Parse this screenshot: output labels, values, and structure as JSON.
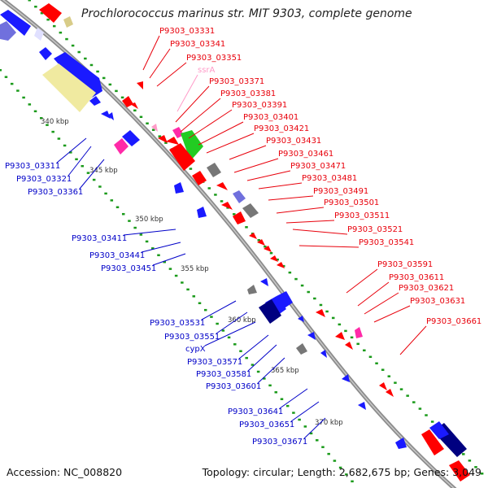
{
  "title": "Prochlorococcus marinus str. MIT 9303, complete genome",
  "footer": {
    "accession": "Accession: NC_008820",
    "summary": "Topology: circular; Length: 2,682,675 bp; Genes: 3,049"
  },
  "colors": {
    "forward_label": "#e8000b",
    "reverse_label": "#0000c8",
    "rna_label": "#ff9bc8",
    "backbone": "#888888",
    "tick_dot": "#1a9a1a"
  },
  "ticks": [
    "340 kbp",
    "345 kbp",
    "350 kbp",
    "355 kbp",
    "360 kbp",
    "365 kbp",
    "370 kbp"
  ],
  "labels_right": [
    "P9303_03331",
    "P9303_03341",
    "P9303_03351",
    "ssrA",
    "P9303_03371",
    "P9303_03381",
    "P9303_03391",
    "P9303_03401",
    "P9303_03421",
    "P9303_03431",
    "P9303_03461",
    "P9303_03471",
    "P9303_03481",
    "P9303_03491",
    "P9303_03501",
    "P9303_03511",
    "P9303_03521",
    "P9303_03541",
    "P9303_03591",
    "P9303_03611",
    "P9303_03621",
    "P9303_03631",
    "P9303_03661"
  ],
  "labels_left": [
    "P9303_03311",
    "P9303_03321",
    "P9303_03361",
    "P9303_03411",
    "P9303_03441",
    "P9303_03451",
    "P9303_03531",
    "P9303_03551",
    "cypX",
    "P9303_03571",
    "P9303_03581",
    "P9303_03601",
    "P9303_03641",
    "P9303_03651",
    "P9303_03671"
  ]
}
